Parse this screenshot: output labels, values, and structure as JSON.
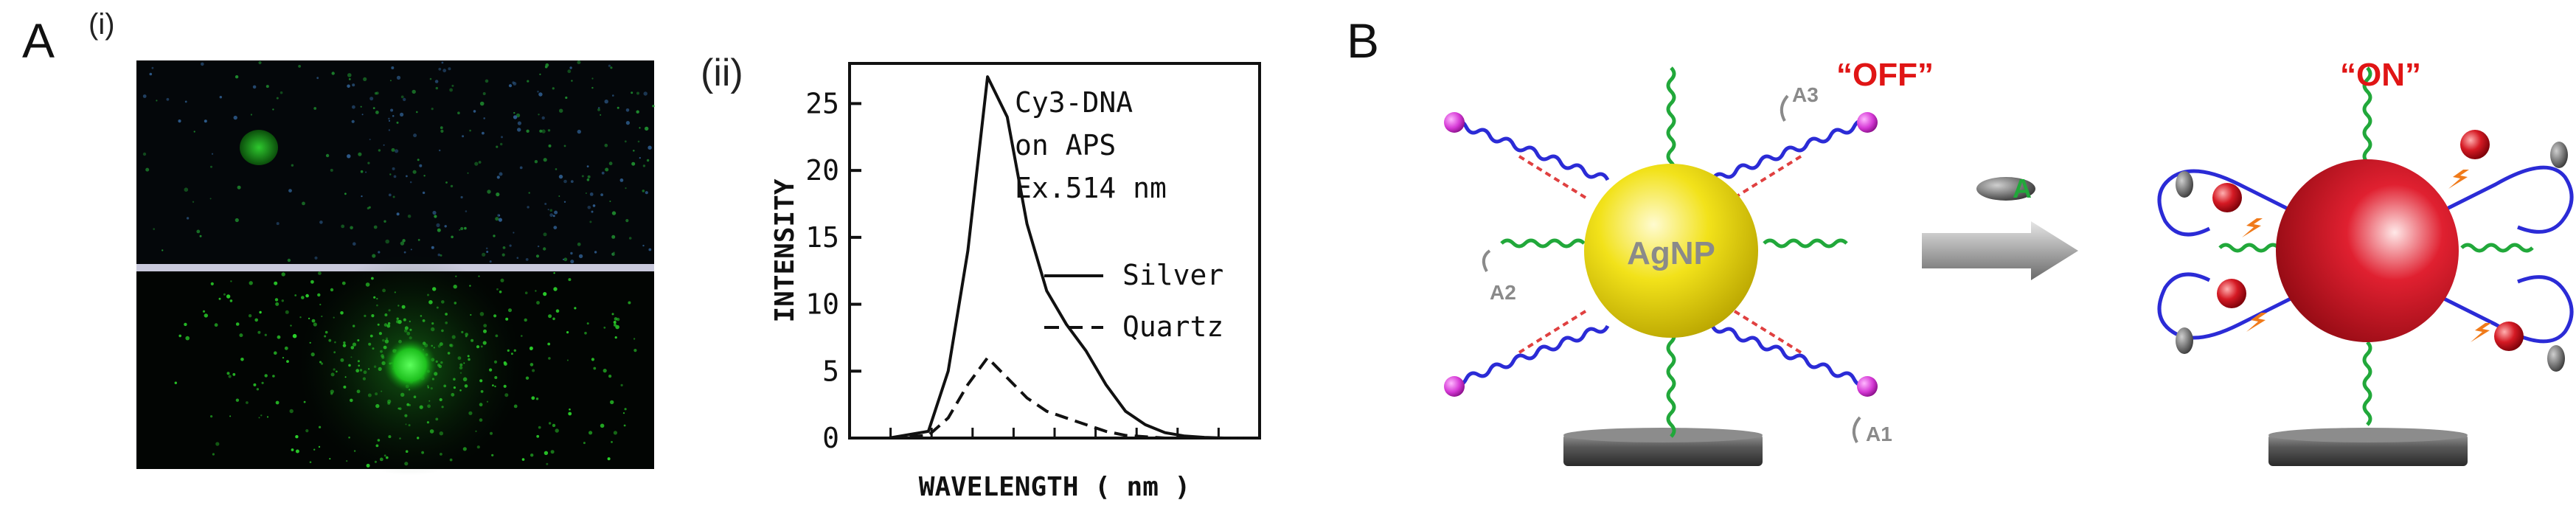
{
  "panel_a": {
    "letter": "A",
    "sub_i_label": "(i)",
    "sub_ii_label": "(ii)"
  },
  "panel_b": {
    "letter": "B",
    "np_label": "AgNP",
    "off_label": "“OFF”",
    "on_label": "“ON”",
    "analyte_label": "A",
    "a1": "A1",
    "a2": "A2",
    "a3": "A3",
    "colors": {
      "agnp_left": "#f2e21a",
      "agnp_right": "#c8121e",
      "dna_strand": "#2b2bd6",
      "linker_strand": "#21a83a",
      "hybrid": "#e04040",
      "fluorophore": "#d63ad6",
      "off_on_text": "#e01515"
    }
  },
  "chart_data": {
    "type": "line",
    "annotation": [
      "Cy3-DNA",
      "on APS",
      "Ex.514 nm"
    ],
    "xlabel": "WAVELENGTH ( nm )",
    "ylabel": "INTENSITY",
    "x": [
      0.1,
      0.2,
      0.25,
      0.3,
      0.35,
      0.4,
      0.45,
      0.5,
      0.55,
      0.6,
      0.65,
      0.7,
      0.75,
      0.8,
      0.85,
      0.9,
      0.95,
      1.0
    ],
    "series": [
      {
        "name": "Silver",
        "style": "solid",
        "values": [
          0,
          0.5,
          5,
          14,
          27,
          24,
          16,
          11,
          8.5,
          6.5,
          4,
          2,
          1,
          0.4,
          0.15,
          0.05,
          0,
          0
        ]
      },
      {
        "name": "Quartz",
        "style": "dashed",
        "values": [
          0,
          0.2,
          1.5,
          4,
          6,
          4.5,
          3,
          2,
          1.5,
          1,
          0.5,
          0.2,
          0.1,
          0,
          0,
          0,
          0,
          0
        ]
      }
    ],
    "ylim": [
      0,
      28
    ],
    "y_ticks": [
      "0",
      "5",
      "10",
      "15",
      "20",
      "25"
    ],
    "legend": [
      {
        "label": "Silver",
        "style": "solid"
      },
      {
        "label": "Quartz",
        "style": "dashed"
      }
    ]
  }
}
